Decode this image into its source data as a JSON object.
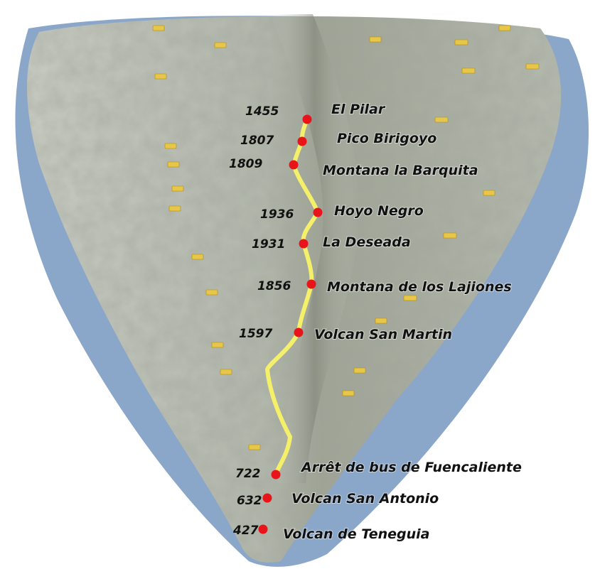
{
  "map": {
    "route_color": "#f4f06a",
    "marker_color": "#e8141a",
    "sea_color": "#8aa6c8",
    "terrain_color": "#b9bfb4",
    "stops": [
      {
        "elevation": "1455",
        "name": "El Pilar"
      },
      {
        "elevation": "1807",
        "name": "Pico Birigoyo"
      },
      {
        "elevation": "1809",
        "name": "Montana la Barquita"
      },
      {
        "elevation": "1936",
        "name": "Hoyo Negro"
      },
      {
        "elevation": "1931",
        "name": "La Deseada"
      },
      {
        "elevation": "1856",
        "name": "Montana de los Lajiones"
      },
      {
        "elevation": "1597",
        "name": "Volcan San Martin"
      },
      {
        "elevation": "722",
        "name": "Arrêt de bus de Fuencaliente"
      },
      {
        "elevation": "632",
        "name": "Volcan San Antonio"
      },
      {
        "elevation": "427",
        "name": "Volcan de Teneguia"
      }
    ]
  }
}
